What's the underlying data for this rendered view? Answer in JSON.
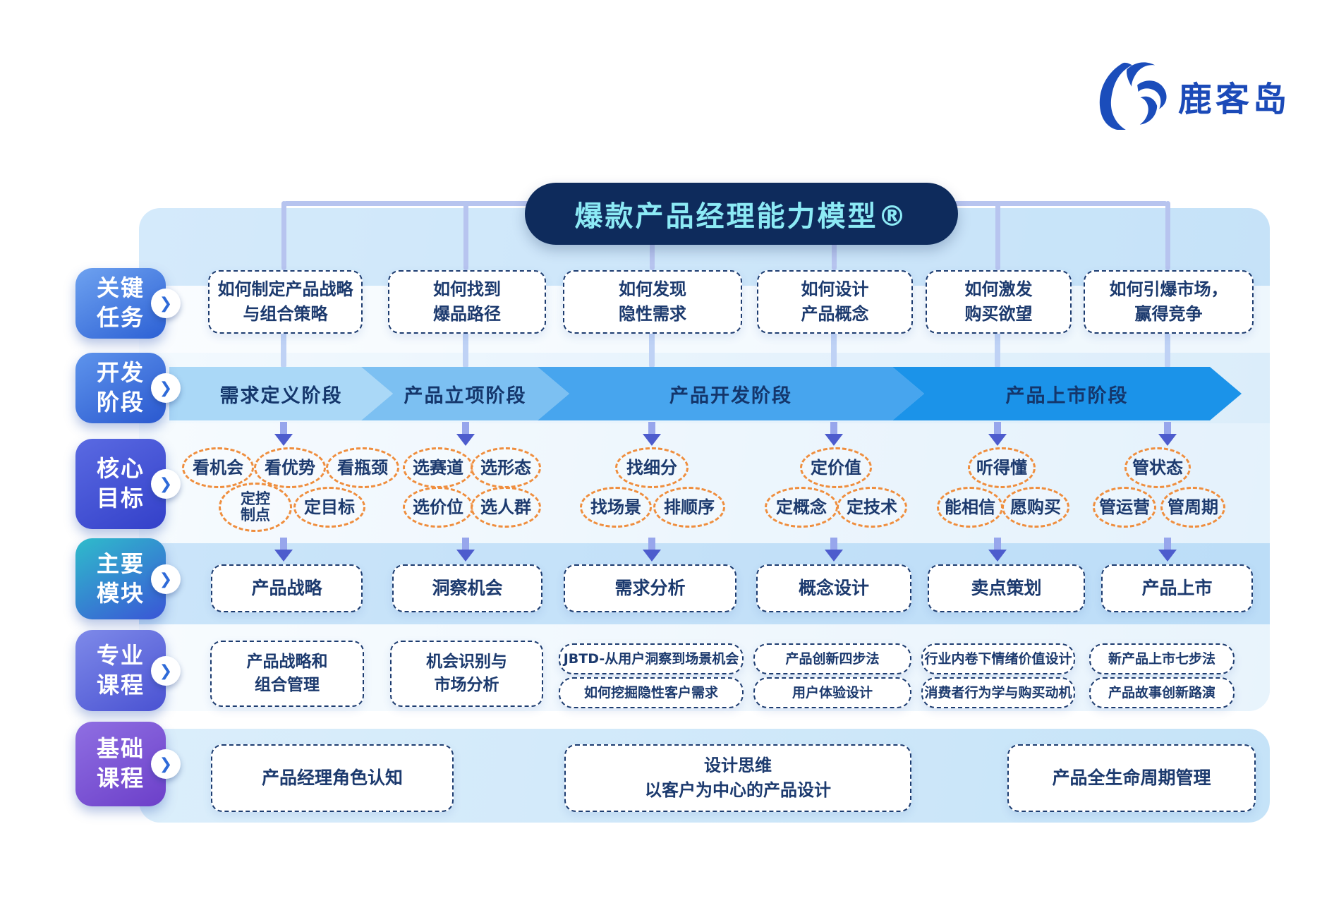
{
  "logo": {
    "name": "鹿客岛"
  },
  "title": "爆款产品经理能力模型®",
  "badge_glyph": "❯",
  "row_labels": [
    {
      "id": "key-tasks",
      "label": "关键\n任务"
    },
    {
      "id": "dev-phases",
      "label": "开发\n阶段"
    },
    {
      "id": "core-goals",
      "label": "核心\n目标"
    },
    {
      "id": "main-modules",
      "label": "主要\n模块"
    },
    {
      "id": "pro-courses",
      "label": "专业\n课程"
    },
    {
      "id": "basic-courses",
      "label": "基础\n课程"
    }
  ],
  "key_tasks": [
    "如何制定产品战略\n与组合策略",
    "如何找到\n爆品路径",
    "如何发现\n隐性需求",
    "如何设计\n产品概念",
    "如何激发\n购买欲望",
    "如何引爆市场，\n赢得竞争"
  ],
  "dev_phases": [
    "需求定义阶段",
    "产品立项阶段",
    "产品开发阶段",
    "产品上市阶段"
  ],
  "core_goals": [
    "看机会",
    "看优势",
    "看瓶颈",
    "定控\n制点",
    "定目标",
    "选赛道",
    "选形态",
    "选价位",
    "选人群",
    "找细分",
    "找场景",
    "排顺序",
    "定价值",
    "定概念",
    "定技术",
    "听得懂",
    "能相信",
    "愿购买",
    "管状态",
    "管运营",
    "管周期"
  ],
  "main_modules": [
    "产品战略",
    "洞察机会",
    "需求分析",
    "概念设计",
    "卖点策划",
    "产品上市"
  ],
  "pro_courses": [
    "产品战略和\n组合管理",
    "机会识别与\n市场分析",
    "JBTD-从用户洞察到场景机会",
    "如何挖掘隐性客户需求",
    "产品创新四步法",
    "用户体验设计",
    "行业内卷下情绪价值设计",
    "消费者行为学与购买动机",
    "新产品上市七步法",
    "产品故事创新路演"
  ],
  "basic_courses": [
    "产品经理角色认知",
    "设计思维\n以客户为中心的产品设计",
    "产品全生命周期管理"
  ],
  "colors": {
    "title_bg": "#0e2b5c",
    "title_text": "#8ceaf5",
    "logo_blue": "#1b4ab8",
    "navy_text": "#1c3a6e",
    "ellipse_orange": "#ef8e3e",
    "phase1": "#aad8f7",
    "phase2": "#7cc0f2",
    "phase3": "#47a5ee",
    "phase4": "#1b93e9",
    "connector": "#b7c4ef",
    "arrow_indigo": "#4d5ccd"
  }
}
